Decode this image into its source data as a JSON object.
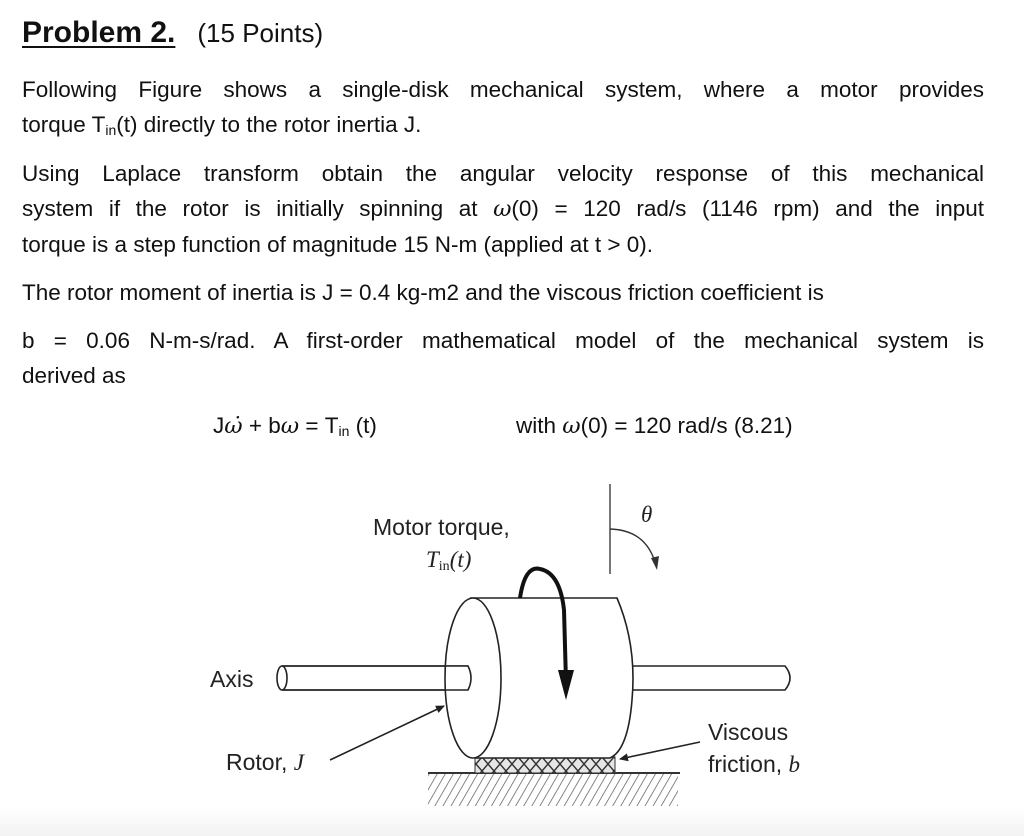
{
  "heading": {
    "title": "Problem 2.",
    "points": "(15 Points)"
  },
  "paragraphs": {
    "p1": {
      "line1": "Following Figure shows a single-disk mechanical system, where a motor provides",
      "line2_pre": "torque T",
      "line2_sub": "in",
      "line2_post": "(t) directly to the rotor inertia J."
    },
    "p2": {
      "line1": "Using Laplace transform obtain the angular velocity response of this mechanical",
      "line2_pre": "system if the rotor is initially spinning at ",
      "omega": "ω",
      "line2_post": "(0) = 120 rad/s (1146 rpm) and the input",
      "line3": "torque is a step function of magnitude 15 N-m (applied at t > 0)."
    },
    "p3": {
      "line1": "The rotor moment of inertia is J = 0.4 kg-m2 and the viscous friction coefficient is"
    },
    "p4": {
      "line1": "b = 0.06 N-m-s/rad. A first-order mathematical model of the mechanical system is",
      "line2": "derived as"
    }
  },
  "equation": {
    "lhs_J": "J",
    "lhs_omega_dot": "ω̇",
    "lhs_plus_b": " + b",
    "lhs_omega": "ω",
    "eq_T": " = T",
    "eq_sub": "in",
    "eq_t": " (t)",
    "with": "with ",
    "with_omega": "ω",
    "with_rest": "(0) = 120 rad/s (8.21)"
  },
  "figure": {
    "motor_torque_label": "Motor torque,",
    "tin_T": "T",
    "tin_sub": "in",
    "tin_t": "(t)",
    "theta_label": "θ",
    "axis_label": "Axis",
    "rotor_label": "Rotor, ",
    "rotor_symbol": "J",
    "viscous_label_1": "Viscous",
    "viscous_label_2": "friction, ",
    "viscous_symbol": "b"
  }
}
